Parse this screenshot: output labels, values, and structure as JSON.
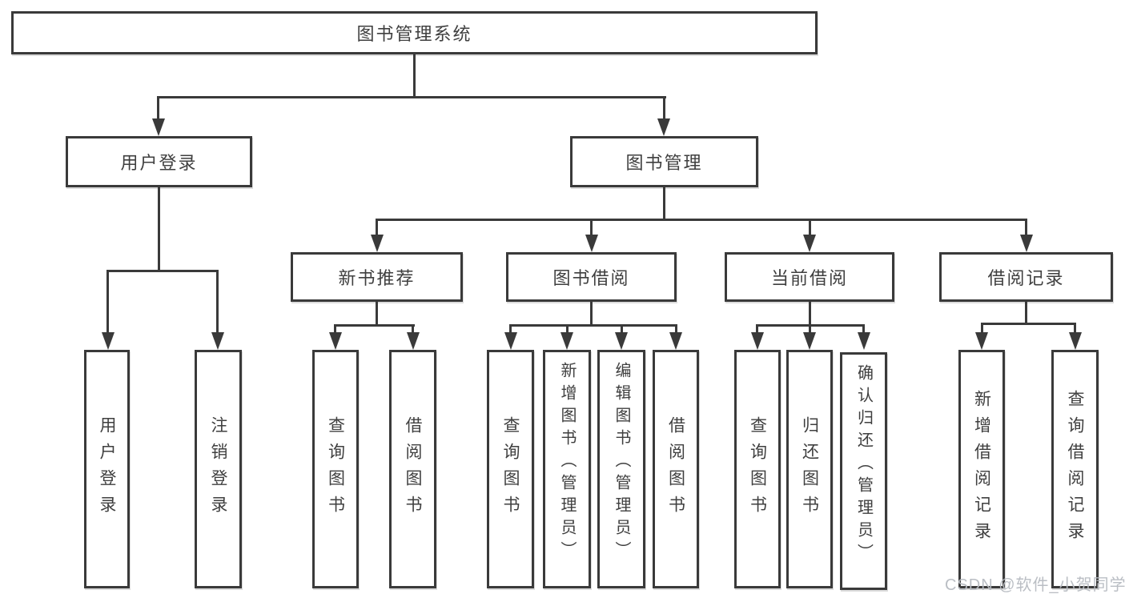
{
  "title_box": "图书管理系统",
  "branches": {
    "user_login": {
      "label": "用户登录",
      "children": [
        "用户登录",
        "注销登录"
      ]
    },
    "book_management": {
      "label": "图书管理",
      "sections": [
        {
          "label": "新书推荐",
          "children": [
            "查询图书",
            "借阅图书"
          ]
        },
        {
          "label": "图书借阅",
          "children": [
            "查询图书",
            "新增图书（管理员）",
            "编辑图书（管理员）",
            "借阅图书"
          ]
        },
        {
          "label": "当前借阅",
          "children": [
            "查询图书",
            "归还图书",
            "确认归还（管理员）"
          ]
        },
        {
          "label": "借阅记录",
          "children": [
            "新增借阅记录",
            "查询借阅记录"
          ]
        }
      ]
    }
  },
  "watermark": "CSDN @软件_小贺同学",
  "colors": {
    "line": "#3a3a3a",
    "text": "#3f3f3f",
    "box_background": "#ffffff",
    "watermark": "#b7bbc1",
    "background": "#ffffff"
  }
}
